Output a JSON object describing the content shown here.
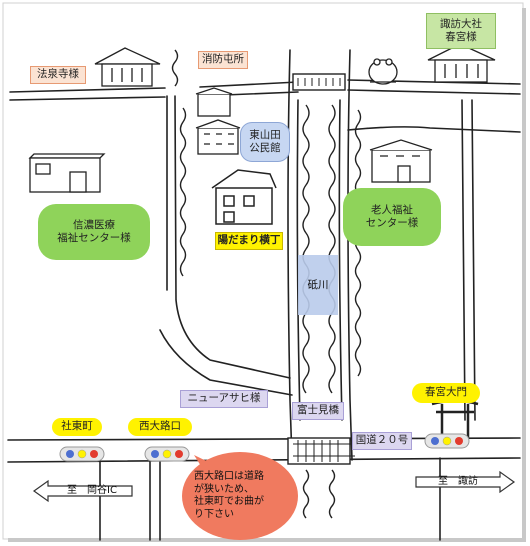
{
  "labels": {
    "hosenji": "法泉寺様",
    "fire_station": "消防屯所",
    "suwa_taisha": "諏訪大社\n春宮様",
    "higashiyamada": "東山田\n公民館",
    "shinano_iryo": "信濃医療\n福祉センター様",
    "rojin_fukushi": "老人福祉\nセンター様",
    "hidamari": "陽だまり横丁",
    "toishi_river": "砥川",
    "new_asahi": "ニューアサヒ様",
    "fujimi_bridge": "富士見橋",
    "route20": "国道２０号",
    "shatocho": "社東町",
    "nishi_oji": "西大路口",
    "harumiya_daimon": "春宮大門",
    "note": "西大路口は道路\nが狭いため、\n社東町でお曲が\nり下さい",
    "to_okaya": "至　岡谷IC",
    "to_suwa": "至　諏訪"
  },
  "colors": {
    "orange_box": "#fbe3d3",
    "orange_border": "#e79a73",
    "green_box": "#c7e6a4",
    "green_dark": "#8fd35a",
    "blue_box": "#c7d7f2",
    "lavender": "#dcd7f0",
    "yellow": "#fff200",
    "salmon": "#f07a5f",
    "river_blue": "#b9cbeb"
  }
}
